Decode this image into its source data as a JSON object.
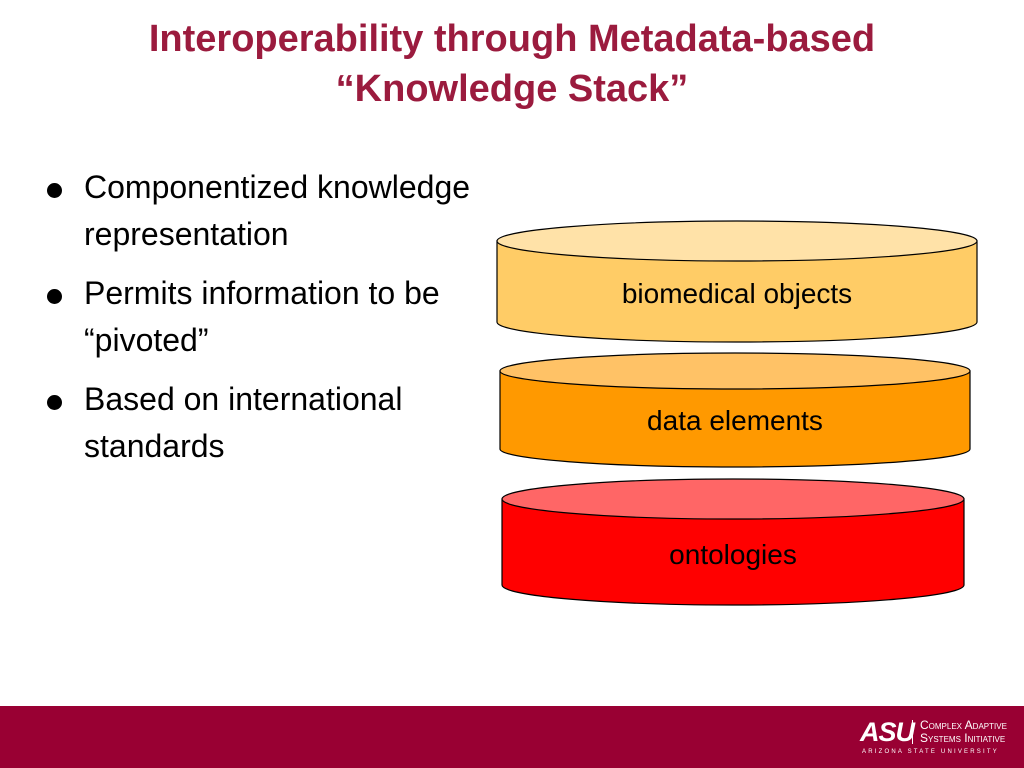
{
  "slide": {
    "title_line1": "Interoperability through Metadata-based",
    "title_line2": "“Knowledge Stack”"
  },
  "bullets": [
    "Componentized knowledge representation",
    "Permits information to be “pivoted”",
    "Based on international standards"
  ],
  "stack": {
    "layers": [
      {
        "label": "biomedical objects",
        "top_color": "#ffe2a8",
        "body_color": "#ffcc66"
      },
      {
        "label": "data elements",
        "top_color": "#ffc266",
        "body_color": "#ff9900"
      },
      {
        "label": "ontologies",
        "top_color": "#ff6666",
        "body_color": "#ff0000"
      }
    ]
  },
  "footer": {
    "logo_mark": "ASU",
    "logo_line1": "Complex Adaptive",
    "logo_line2": "Systems Initiative",
    "logo_university": "ARIZONA STATE UNIVERSITY",
    "bar_color": "#990033"
  }
}
